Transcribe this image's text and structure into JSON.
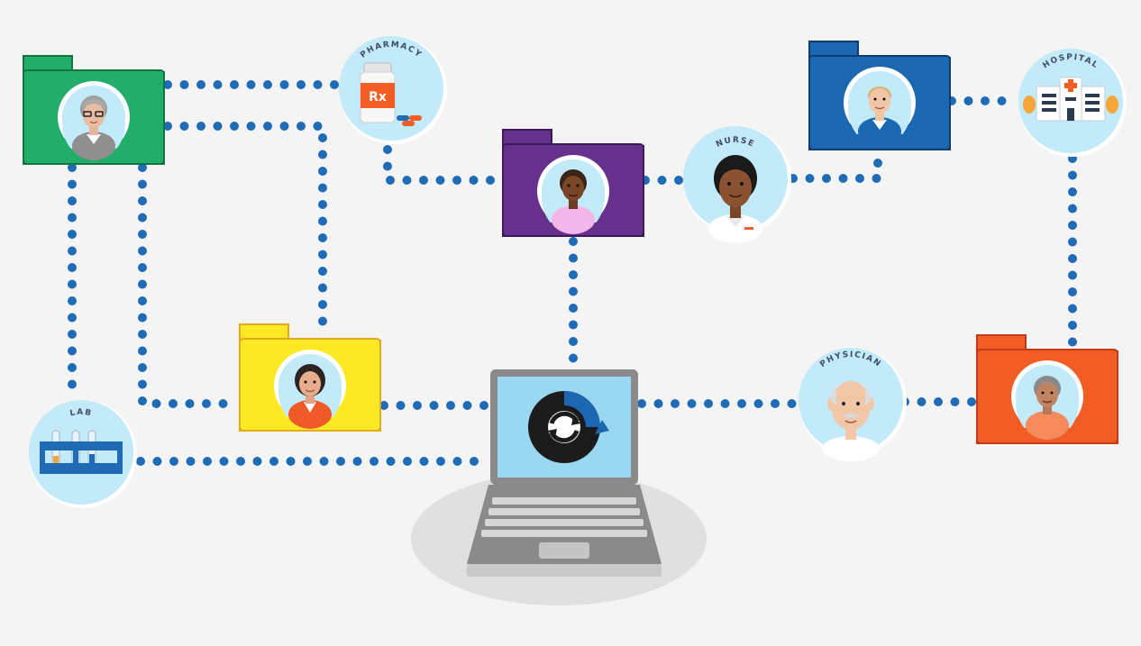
{
  "labels": {
    "pharmacy": "PHARMACY",
    "nurse": "NURSE",
    "hospital": "HOSPITAL",
    "lab": "LAB",
    "physician": "PHYSICIAN"
  },
  "pill_bottle_label": "Rx",
  "colors": {
    "background": "#f4f4f5",
    "dots": "#1f6bb6",
    "circle": "#c3eaf8",
    "folder_green": "#22ad6a",
    "folder_purple": "#66308e",
    "folder_blue": "#1c66b2",
    "folder_yellow": "#fce823",
    "folder_orange": "#f25c25",
    "laptop_body": "#8a8a8a",
    "laptop_screen": "#9ad8f2"
  },
  "icons": [
    "pill-bottle-icon",
    "pills-icon",
    "hospital-building-icon",
    "test-tubes-icon",
    "sync-arrows-icon",
    "laptop-icon"
  ]
}
